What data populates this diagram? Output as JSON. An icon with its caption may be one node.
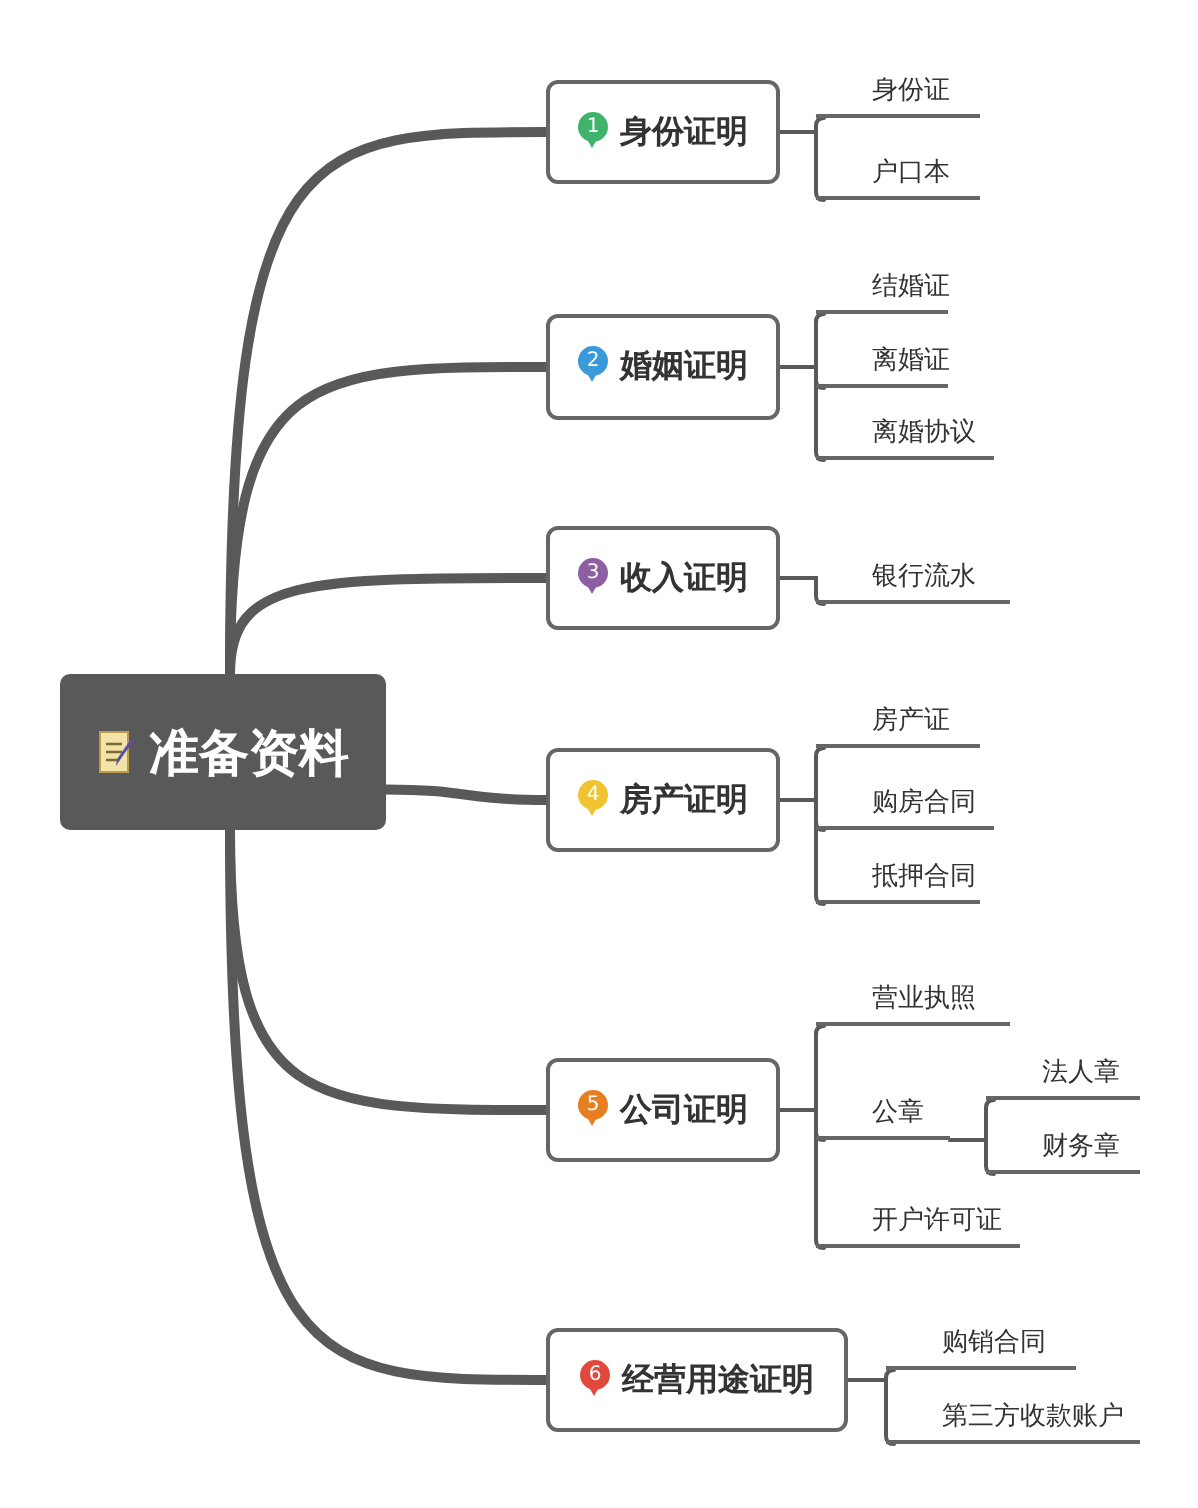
{
  "diagram": {
    "nodes": [
      {
        "text": [
          "准备资料"
        ]
      },
      {
        "text": [
          "1",
          "身份证明"
        ]
      },
      {
        "text": [
          "2",
          "婚姻证明"
        ]
      },
      {
        "text": [
          "3",
          "收入证明"
        ]
      },
      {
        "text": [
          "4",
          "房产证明"
        ]
      },
      {
        "text": [
          "5",
          "公司证明"
        ]
      },
      {
        "text": [
          "6",
          "经营用途证明"
        ]
      },
      {
        "text": [
          "身份证"
        ]
      },
      {
        "text": [
          "户口本"
        ]
      },
      {
        "text": [
          "结婚证"
        ]
      },
      {
        "text": [
          "离婚证"
        ]
      },
      {
        "text": [
          "离婚协议"
        ]
      },
      {
        "text": [
          "银行流水"
        ]
      },
      {
        "text": [
          "房产证"
        ]
      },
      {
        "text": [
          "购房合同"
        ]
      },
      {
        "text": [
          "抵押合同"
        ]
      },
      {
        "text": [
          "营业执照"
        ]
      },
      {
        "text": [
          "公章"
        ]
      },
      {
        "text": [
          "法人章"
        ]
      },
      {
        "text": [
          "财务章"
        ]
      },
      {
        "text": [
          "开户许可证"
        ]
      },
      {
        "text": [
          "购销合同"
        ]
      },
      {
        "text": [
          "第三方收款账户"
        ]
      }
    ],
    "edges": [
      {
        "from": 0,
        "to": 1,
        "arrow": "none",
        "style": "thick"
      },
      {
        "from": 0,
        "to": 2,
        "arrow": "none",
        "style": "thick"
      },
      {
        "from": 0,
        "to": 3,
        "arrow": "none",
        "style": "thick"
      },
      {
        "from": 0,
        "to": 4,
        "arrow": "none",
        "style": "thick"
      },
      {
        "from": 0,
        "to": 5,
        "arrow": "none",
        "style": "thick"
      },
      {
        "from": 0,
        "to": 6,
        "arrow": "none",
        "style": "thick"
      },
      {
        "from": 1,
        "to": 7,
        "arrow": "none"
      },
      {
        "from": 1,
        "to": 8,
        "arrow": "none"
      },
      {
        "from": 2,
        "to": 9,
        "arrow": "none"
      },
      {
        "from": 2,
        "to": 10,
        "arrow": "none"
      },
      {
        "from": 2,
        "to": 11,
        "arrow": "none"
      },
      {
        "from": 3,
        "to": 12,
        "arrow": "none"
      },
      {
        "from": 4,
        "to": 13,
        "arrow": "none"
      },
      {
        "from": 4,
        "to": 14,
        "arrow": "none"
      },
      {
        "from": 4,
        "to": 15,
        "arrow": "none"
      },
      {
        "from": 5,
        "to": 16,
        "arrow": "none"
      },
      {
        "from": 5,
        "to": 17,
        "arrow": "none"
      },
      {
        "from": 5,
        "to": 20,
        "arrow": "none"
      },
      {
        "from": 17,
        "to": 18,
        "arrow": "none"
      },
      {
        "from": 17,
        "to": 19,
        "arrow": "none"
      },
      {
        "from": 6,
        "to": 21,
        "arrow": "none"
      },
      {
        "from": 6,
        "to": 22,
        "arrow": "none"
      }
    ]
  }
}
